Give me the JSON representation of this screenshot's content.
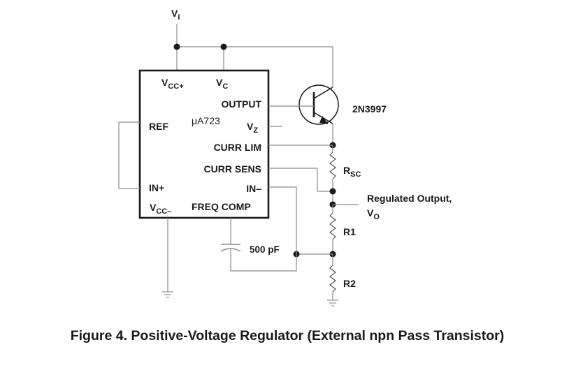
{
  "supply": {
    "label_main": "V",
    "label_sub": "I"
  },
  "ic": {
    "part": "μA723",
    "pins": {
      "vcc_plus_main": "V",
      "vcc_plus_sub": "CC+",
      "vc_main": "V",
      "vc_sub": "C",
      "output": "OUTPUT",
      "ref": "REF",
      "vz_main": "V",
      "vz_sub": "Z",
      "curr_lim": "CURR LIM",
      "curr_sens": "CURR SENS",
      "in_plus": "IN+",
      "in_minus": "IN–",
      "vcc_minus_main": "V",
      "vcc_minus_sub": "CC–",
      "freq_comp": "FREQ COMP"
    }
  },
  "transistor": {
    "label": "2N3997"
  },
  "components": {
    "rsc_main": "R",
    "rsc_sub": "SC",
    "r1": "R1",
    "r2": "R2",
    "capacitor": "500 pF"
  },
  "output_label": {
    "line1": "Regulated Output,",
    "line2_main": "V",
    "line2_sub": "O"
  },
  "caption": "Figure 4. Positive-Voltage Regulator (External npn Pass Transistor)"
}
